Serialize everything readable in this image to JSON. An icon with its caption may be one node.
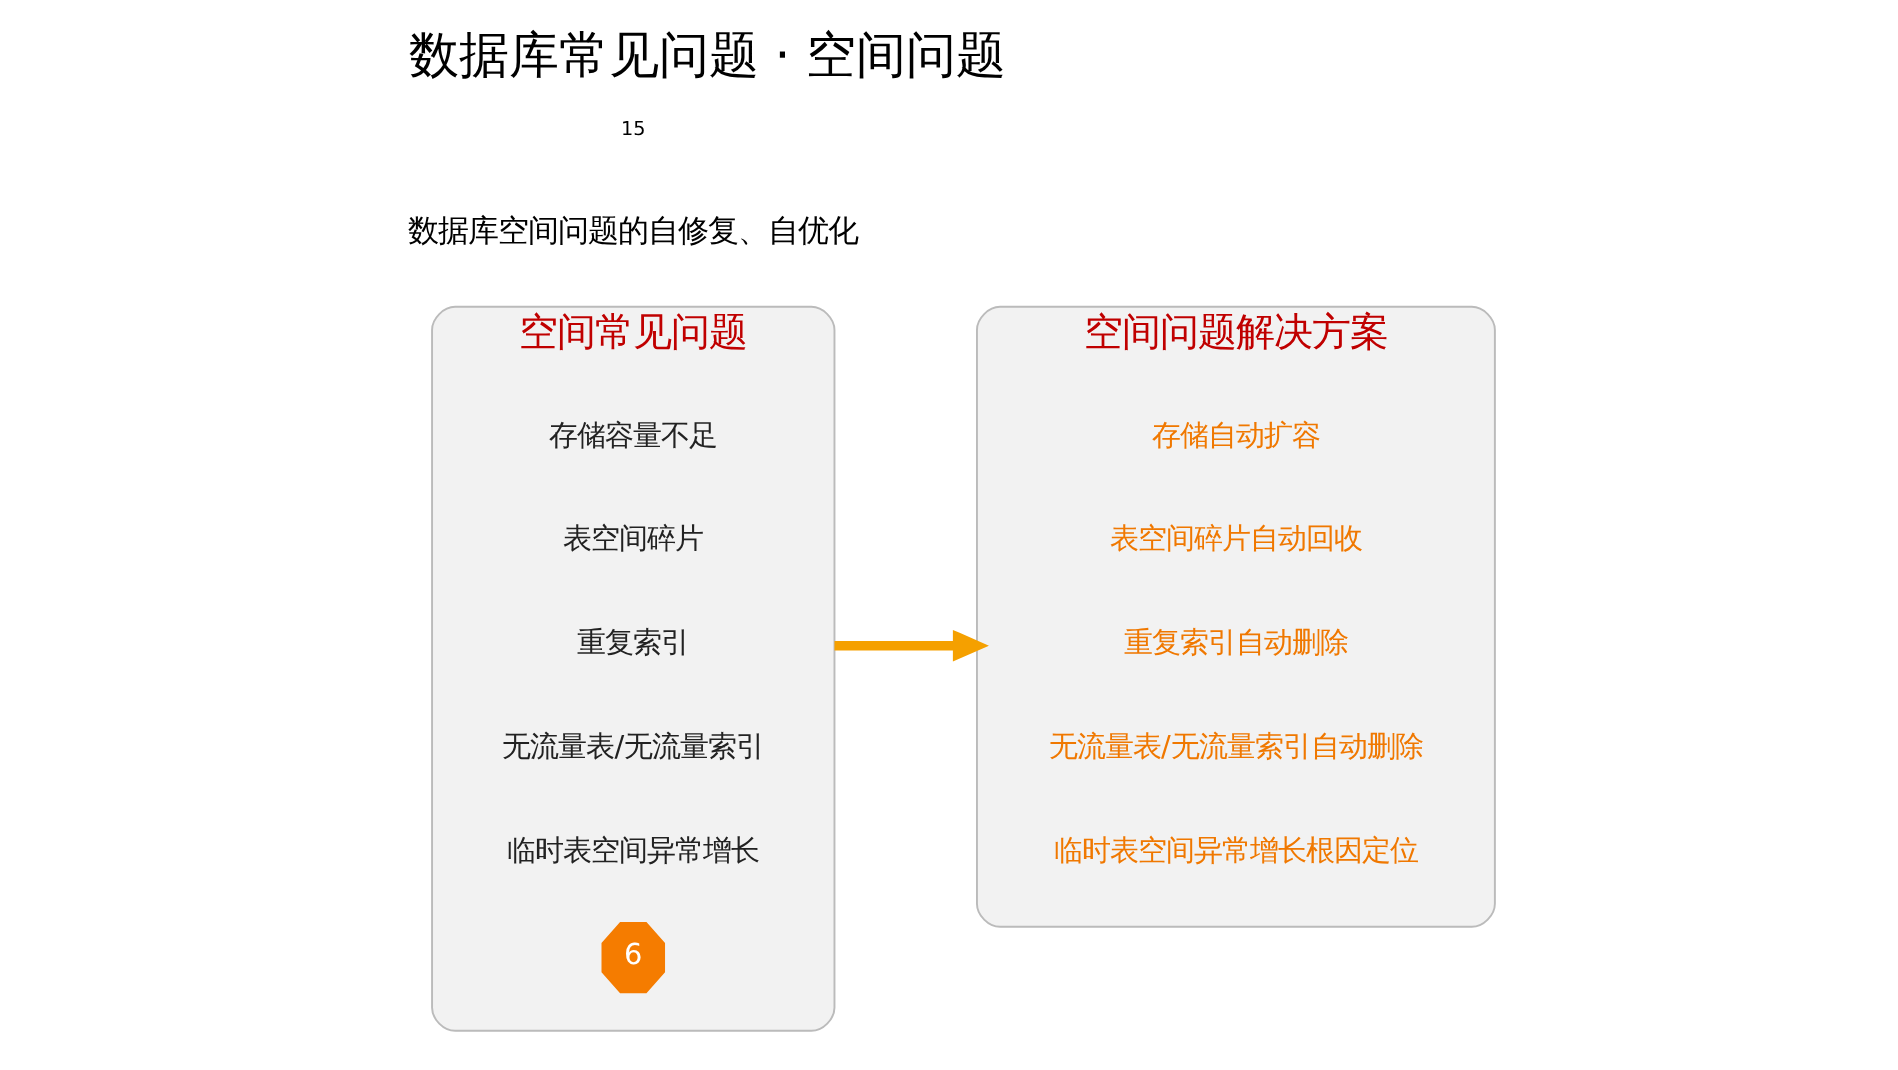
{
  "diagram": {
    "title": "数据库常见问题 · 空间问题",
    "nodes": [
      {
        "text": [
          "空间常见问题"
        ]
      },
      {
        "text": [
          "存储容量不足"
        ],
        "in": 0
      },
      {
        "text": [
          "表空间碎片"
        ],
        "in": 0
      },
      {
        "text": [
          "重复索引"
        ],
        "in": 0
      },
      {
        "text": [
          "无流量表/无流量索引"
        ],
        "in": 0
      },
      {
        "text": [
          "临时表空间异常增长"
        ],
        "in": 0
      },
      {
        "text": [
          "6"
        ],
        "in": 0
      },
      {
        "text": [
          "空间问题解决方案"
        ]
      },
      {
        "text": [
          "存储自动扩容"
        ],
        "in": 7
      },
      {
        "text": [
          "表空间碎片自动回收"
        ],
        "in": 7
      },
      {
        "text": [
          "重复索引自动删除"
        ],
        "in": 7
      },
      {
        "text": [
          "无流量表/无流量索引自动删除"
        ],
        "in": 7
      },
      {
        "text": [
          "临时表空间异常增长根因定位"
        ],
        "in": 7
      }
    ],
    "edges": [
      {
        "from": 0,
        "to": 7,
        "arrow": "to",
        "color": "#f5a000"
      }
    ],
    "labels": [
      "数据库空间问题的自修复、自优化",
      "15"
    ]
  }
}
